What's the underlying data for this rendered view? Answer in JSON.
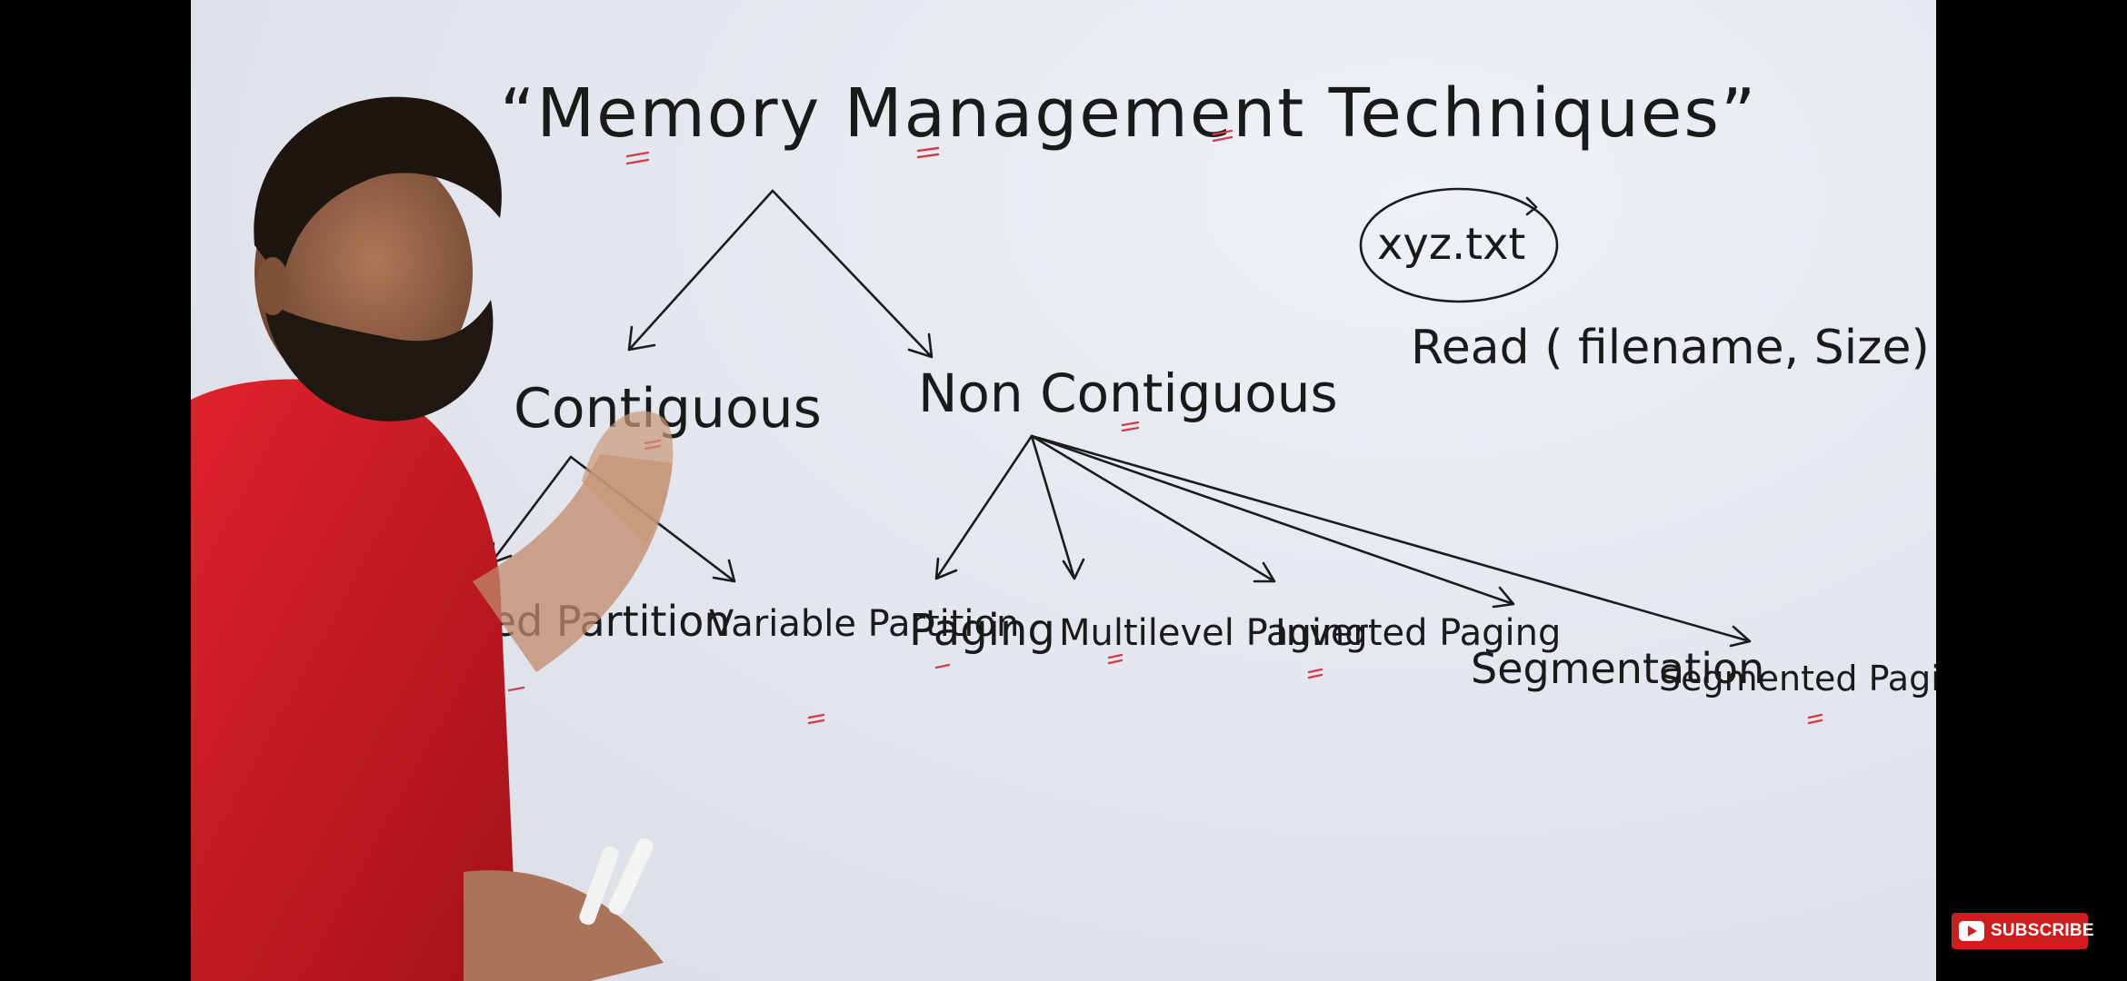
{
  "whiteboard": {
    "title": "“Memory Management Techniques”",
    "contiguous_label": "Contiguous",
    "non_contiguous_label": "Non Contiguous",
    "contiguous_children": [
      "Fixed Partition",
      "Variable Partition"
    ],
    "non_contiguous_children": [
      "Paging",
      "Multilevel Paging",
      "Inverted Paging",
      "Segmentation",
      "Segmented Paging"
    ],
    "side_note_file": "xyz.txt",
    "side_note_call": "Read ( filename, Size)"
  },
  "overlay": {
    "subscribe_label": "SUBSCRIBE",
    "subscribe_icon": "youtube-play-icon",
    "subscribe_color": "#cc1e1e"
  }
}
